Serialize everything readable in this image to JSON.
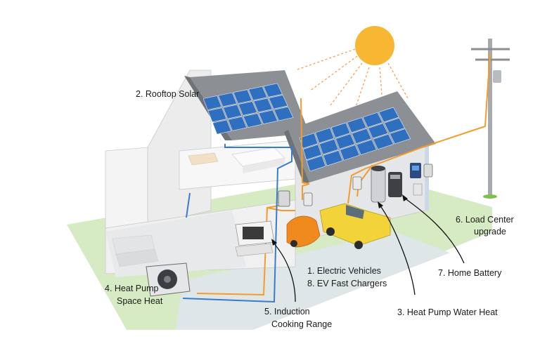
{
  "labels": {
    "rooftop_solar": "2. Rooftop Solar",
    "load_center_line1": "6. Load Center",
    "load_center_line2": "upgrade",
    "electric_vehicles": "1. Electric Vehicles",
    "ev_fast_chargers": "8. EV Fast Chargers",
    "home_battery": "7. Home Battery",
    "heat_pump_space_line1": "4.  Heat Pump",
    "heat_pump_space_line2": "Space Heat",
    "induction_line1": "5. Induction",
    "induction_line2": "Cooking Range",
    "heat_pump_water": "3. Heat Pump Water Heat"
  },
  "colors": {
    "sun": "#f7b733",
    "sun_rays": "#f5a052",
    "solar_panel": "#2f6fc0",
    "roof": "#8c8f94",
    "walls": "#f1f2f2",
    "lawn": "#d6ebc4",
    "orange_wire": "#f39c2a",
    "blue_pipe": "#3b7bc8",
    "truck": "#f2d33a",
    "car": "#f08a1f"
  }
}
